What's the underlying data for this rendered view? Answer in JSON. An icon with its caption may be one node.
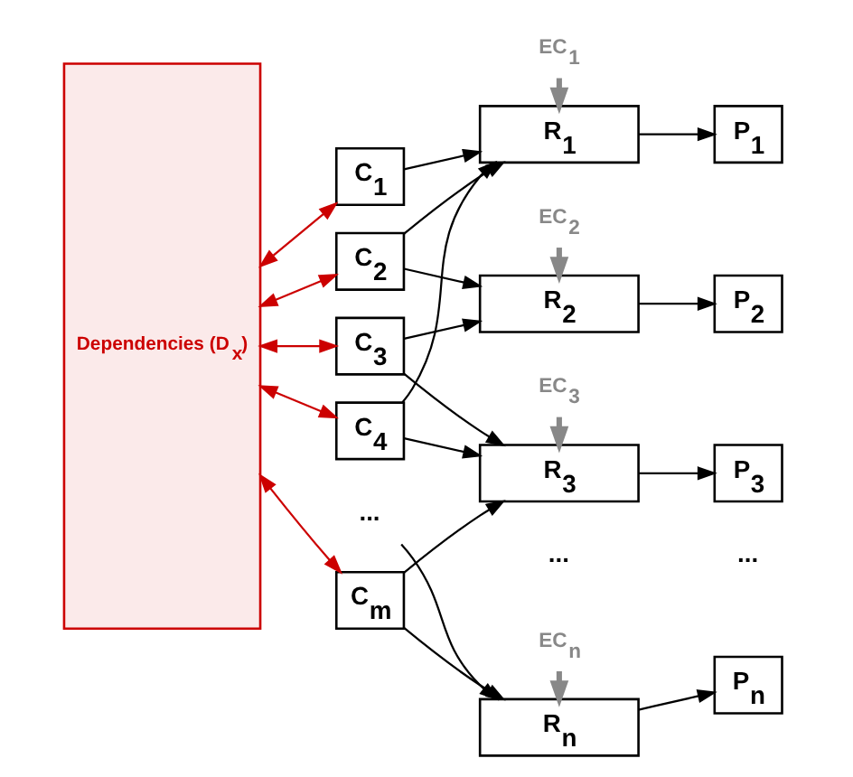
{
  "diagram": {
    "nodes": [
      {
        "text": [
          "Dependencies (D$_{x}$)"
        ]
      },
      {
        "text": [
          "C$_{1}$"
        ]
      },
      {
        "text": [
          "C$_{2}$"
        ]
      },
      {
        "text": [
          "C$_{3}$"
        ]
      },
      {
        "text": [
          "C$_{4}$"
        ]
      },
      {
        "text": [
          "..."
        ]
      },
      {
        "text": [
          "C$_{m}$"
        ]
      },
      {
        "text": [
          "EC$_{1}$"
        ]
      },
      {
        "text": [
          "R$_{1}$"
        ]
      },
      {
        "text": [
          "EC$_{2}$"
        ]
      },
      {
        "text": [
          "R$_{2}$"
        ]
      },
      {
        "text": [
          "EC$_{3}$"
        ]
      },
      {
        "text": [
          "R$_{3}$"
        ]
      },
      {
        "text": [
          "EC$_{n}$"
        ]
      },
      {
        "text": [
          "R$_{n}$"
        ]
      },
      {
        "text": [
          "P$_{1}$"
        ]
      },
      {
        "text": [
          "P$_{2}$"
        ]
      },
      {
        "text": [
          "P$_{3}$"
        ]
      },
      {
        "text": [
          "P$_{n}$"
        ]
      }
    ],
    "edges": [
      {
        "from": 0,
        "to": 1,
        "arrow": "both",
        "color": "#cc0000"
      },
      {
        "from": 0,
        "to": 2,
        "arrow": "both",
        "color": "#cc0000"
      },
      {
        "from": 0,
        "to": 3,
        "arrow": "both",
        "color": "#cc0000"
      },
      {
        "from": 0,
        "to": 4,
        "arrow": "both",
        "color": "#cc0000"
      },
      {
        "from": 0,
        "to": 6,
        "arrow": "both",
        "color": "#cc0000"
      },
      {
        "from": 1,
        "to": 8,
        "arrow": "to"
      },
      {
        "from": 2,
        "to": 8,
        "arrow": "to"
      },
      {
        "from": 4,
        "to": 8,
        "arrow": "to"
      },
      {
        "from": 2,
        "to": 10,
        "arrow": "to"
      },
      {
        "from": 3,
        "to": 10,
        "arrow": "to"
      },
      {
        "from": 3,
        "to": 12,
        "arrow": "to"
      },
      {
        "from": 4,
        "to": 12,
        "arrow": "to"
      },
      {
        "from": 6,
        "to": 12,
        "arrow": "to"
      },
      {
        "from": 5,
        "to": 14,
        "arrow": "to"
      },
      {
        "from": 6,
        "to": 14,
        "arrow": "to"
      },
      {
        "from": 7,
        "to": 8,
        "arrow": "to",
        "style": "thick",
        "color": "#888888"
      },
      {
        "from": 9,
        "to": 10,
        "arrow": "to",
        "style": "thick",
        "color": "#888888"
      },
      {
        "from": 11,
        "to": 12,
        "arrow": "to",
        "style": "thick",
        "color": "#888888"
      },
      {
        "from": 13,
        "to": 14,
        "arrow": "to",
        "style": "thick",
        "color": "#888888"
      },
      {
        "from": 8,
        "to": 15,
        "arrow": "to"
      },
      {
        "from": 10,
        "to": 16,
        "arrow": "to"
      },
      {
        "from": 12,
        "to": 17,
        "arrow": "to"
      },
      {
        "from": 14,
        "to": 18,
        "arrow": "to"
      }
    ],
    "labels": [
      "...",
      "..."
    ]
  }
}
